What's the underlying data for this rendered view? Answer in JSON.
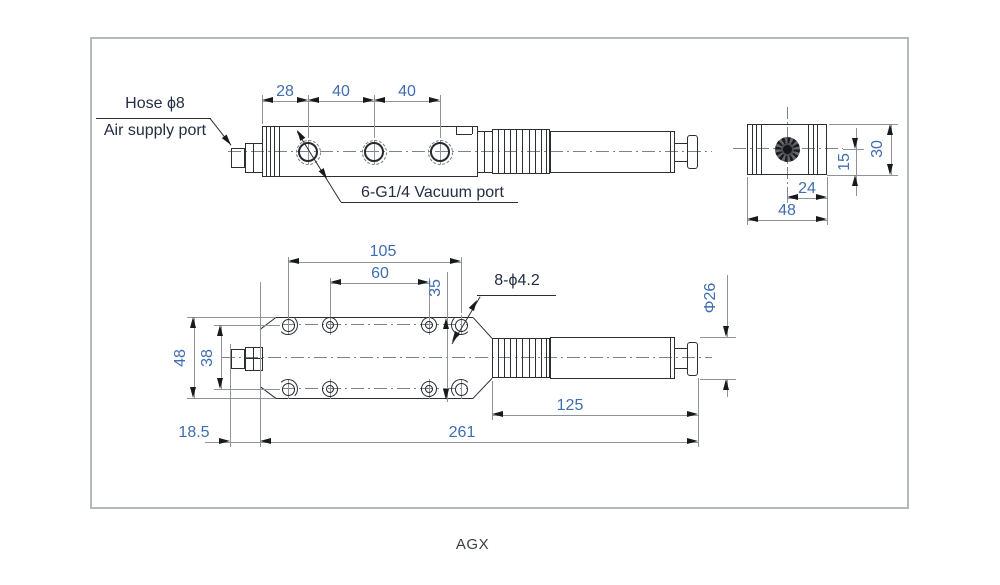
{
  "figure": {
    "caption": "AGX"
  },
  "colors": {
    "dim_text": "#3e6db2",
    "label_text": "#232e41",
    "outline": "#2b2e33",
    "dim_line": "#8f9499",
    "frame_border": "#b5b8bb"
  },
  "callouts": {
    "hose": "Hose ϕ8",
    "air_supply": "Air supply port",
    "vacuum": "6-G1/4 Vacuum port",
    "mount_holes": "8-ϕ4.2"
  },
  "dims": {
    "top": {
      "p1": "28",
      "p2": "40",
      "p3": "40"
    },
    "side": {
      "w24": "24",
      "w48": "48",
      "h15": "15",
      "h30": "30"
    },
    "front": {
      "span105": "105",
      "pitch60": "60",
      "h35": "35",
      "h48": "48",
      "h38": "38",
      "len18_5": "18.5",
      "len261": "261",
      "len125": "125",
      "dia26": "Φ26"
    }
  }
}
